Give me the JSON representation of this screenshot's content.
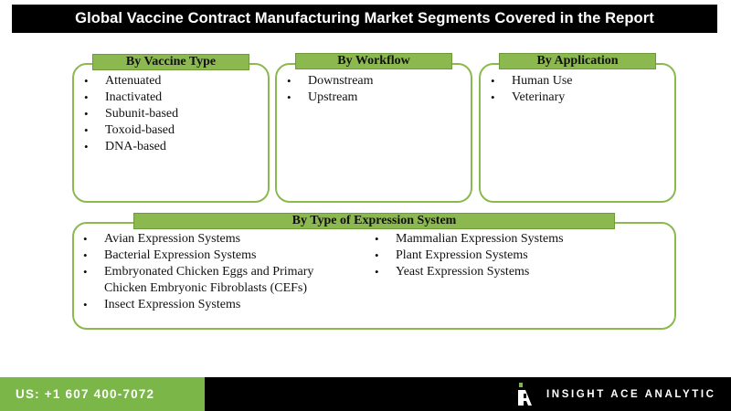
{
  "title": "Global Vaccine Contract Manufacturing Market Segments Covered in the Report",
  "segments": {
    "vaccine_type": {
      "label": "By Vaccine Type",
      "items": [
        "Attenuated",
        "Inactivated",
        "Subunit-based",
        "Toxoid-based",
        "DNA-based"
      ]
    },
    "workflow": {
      "label": "By Workflow",
      "items": [
        "Downstream",
        "Upstream"
      ]
    },
    "application": {
      "label": "By Application",
      "items": [
        "Human Use",
        "Veterinary"
      ]
    },
    "expression_system": {
      "label": "By Type of Expression System",
      "left_items": [
        "Avian Expression Systems",
        "Bacterial Expression Systems",
        "Embryonated Chicken Eggs and Primary Chicken Embryonic Fibroblasts (CEFs)",
        "Insect Expression Systems"
      ],
      "right_items": [
        "Mammalian Expression Systems",
        "Plant Expression Systems",
        "Yeast Expression Systems"
      ]
    }
  },
  "footer": {
    "phone": "US: +1 607 400-7072",
    "brand": "INSIGHT ACE ANALYTIC",
    "logo_icon": "insight-ace-logo-icon"
  },
  "colors": {
    "accent_green": "#8cb850",
    "footer_green": "#7ab648",
    "bar_black": "#000000"
  }
}
